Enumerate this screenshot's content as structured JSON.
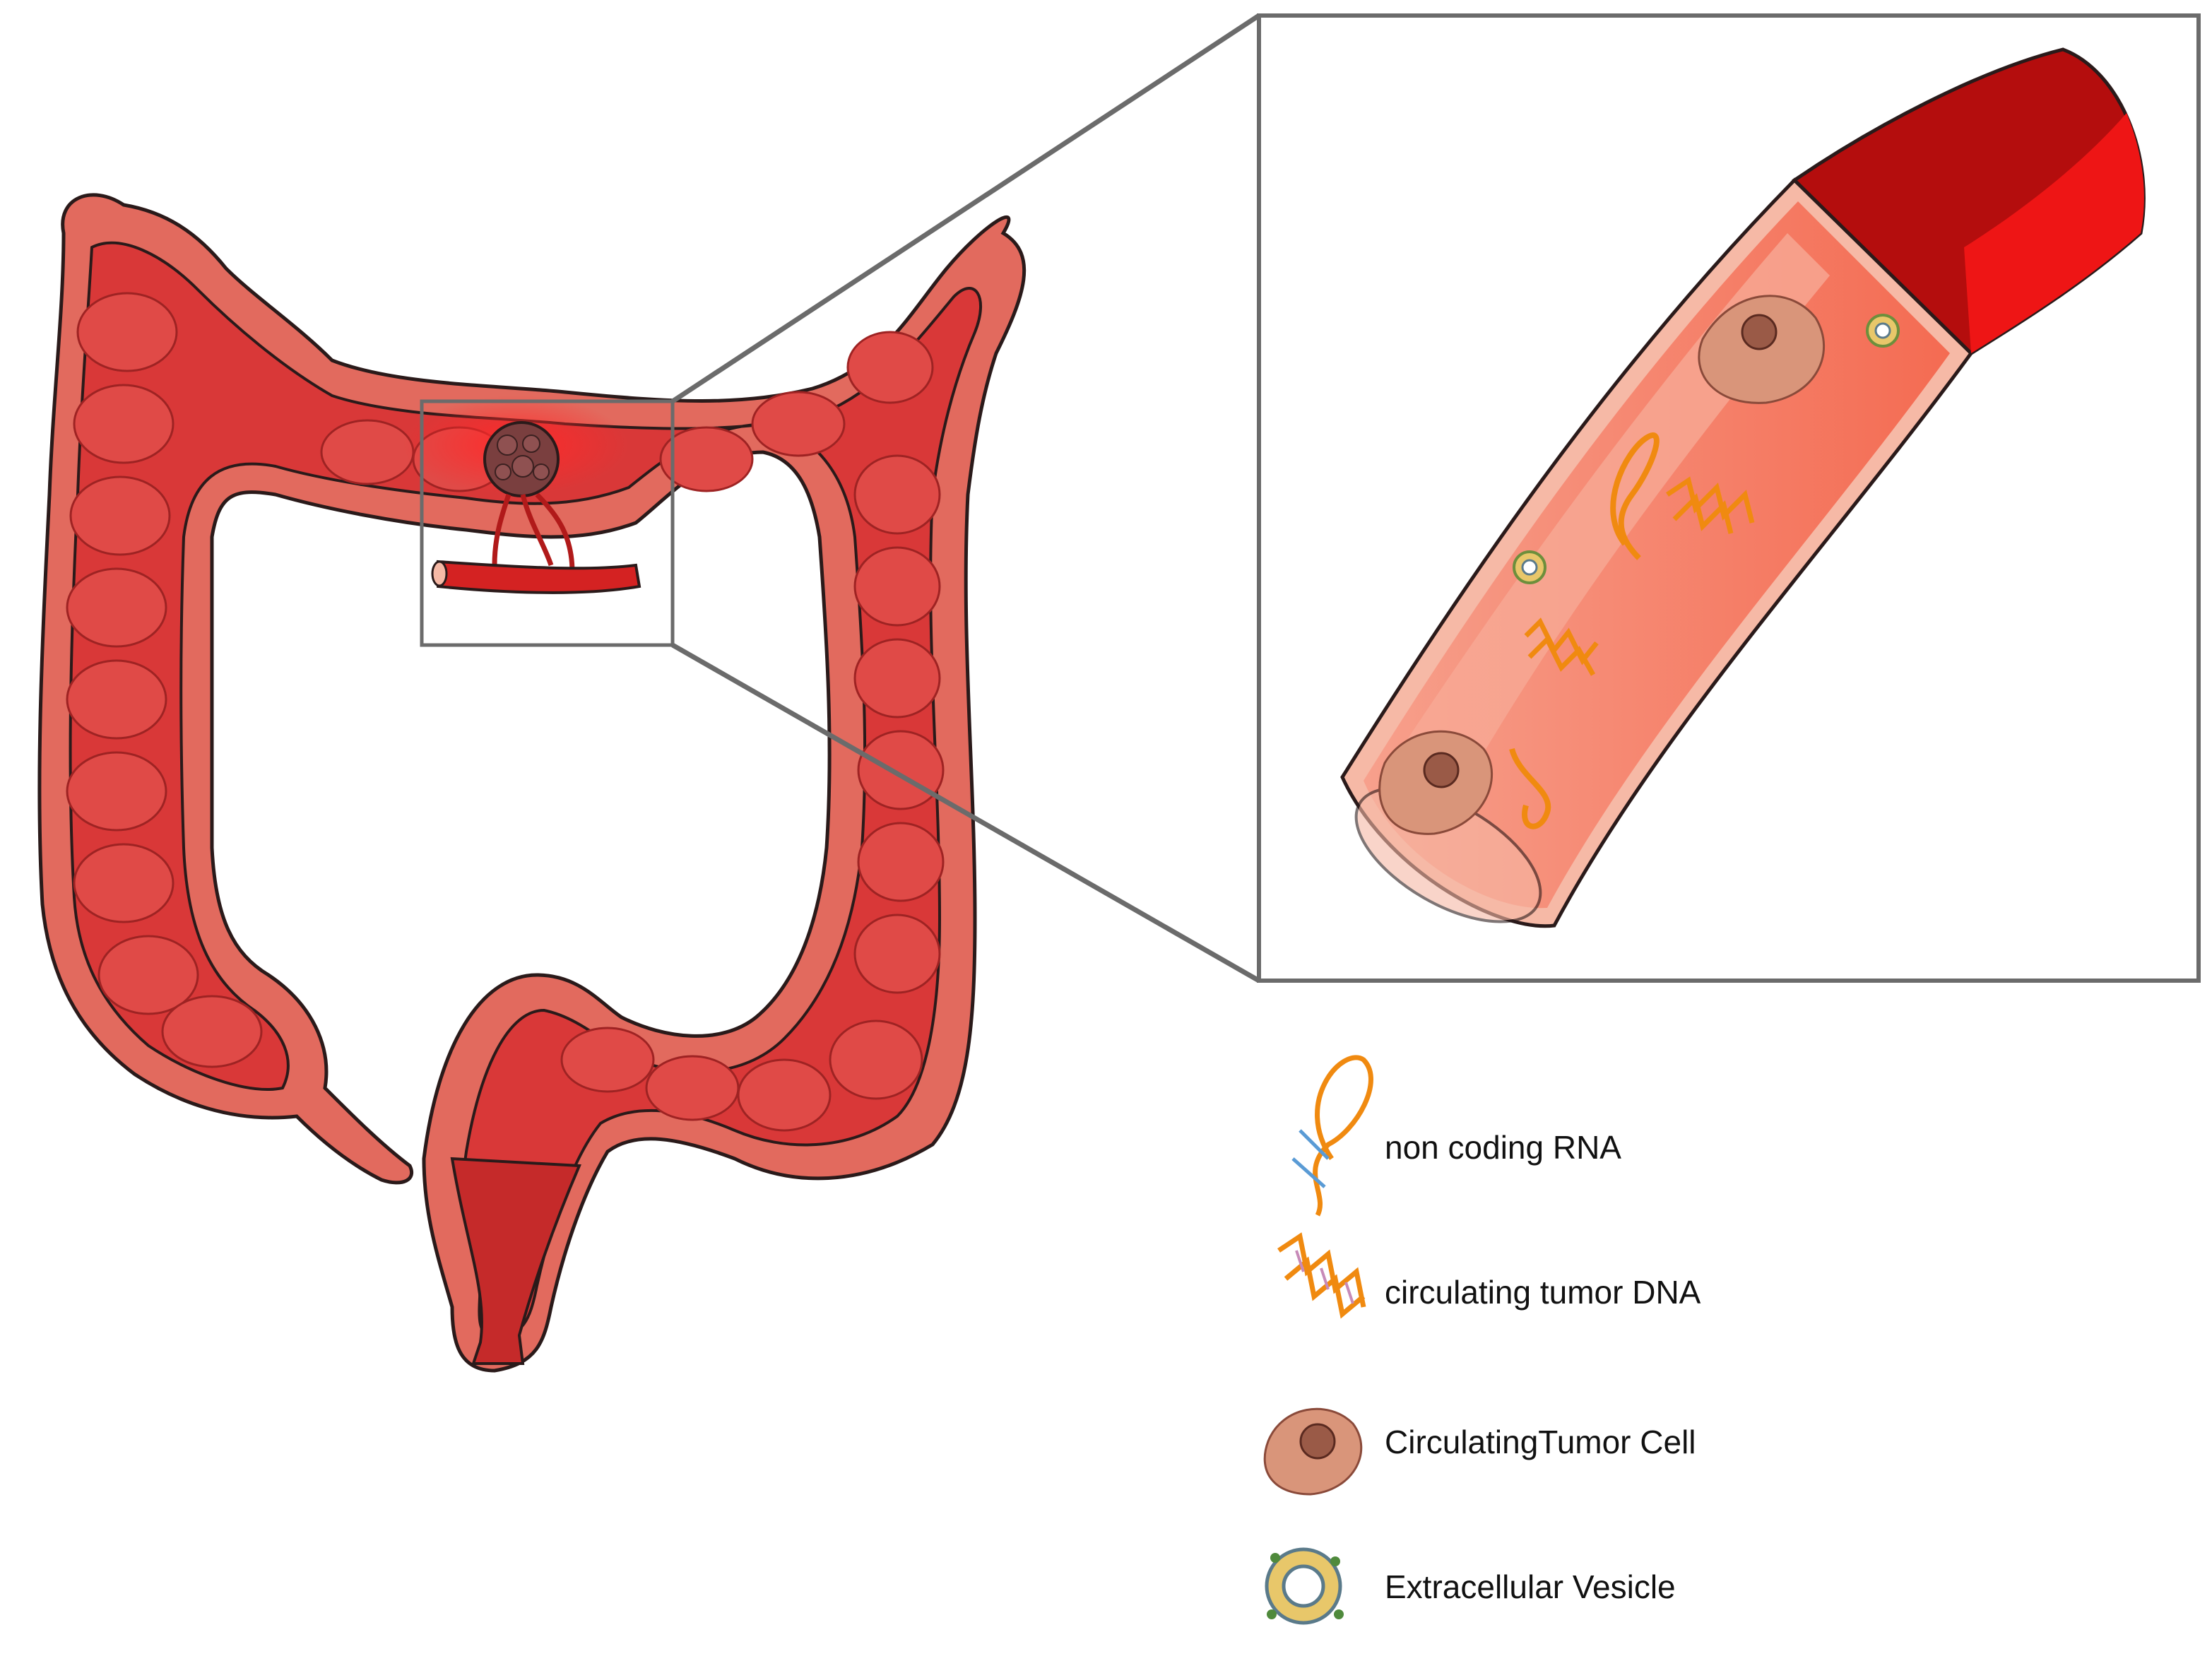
{
  "legend": {
    "items": [
      {
        "icon": "rna-helix-icon",
        "label": "non coding RNA"
      },
      {
        "icon": "dna-double-helix-icon",
        "label": "circulating tumor DNA"
      },
      {
        "icon": "tumor-cell-icon",
        "label": "CirculatingTumor Cell"
      },
      {
        "icon": "vesicle-icon",
        "label": "Extracellular Vesicle"
      }
    ]
  },
  "colors": {
    "colon_outer": "#e26a5e",
    "colon_outer_light": "#ef8b7f",
    "colon_inner": "#d93838",
    "colon_lumen": "#c52a2a",
    "outline": "#2a1a1a",
    "vessel_wall": "#f6b9a6",
    "vessel_lumen": "#f47c63",
    "vessel_dark": "#b40d0d",
    "vessel_bright": "#ee1515",
    "tumor": "#7a3f3f",
    "cell_body": "#d9957a",
    "cell_nucleus": "#9a5a47",
    "strand_orange": "#f08a10",
    "vesicle_ring": "#e8c76a",
    "frame": "#6b6b6b"
  }
}
